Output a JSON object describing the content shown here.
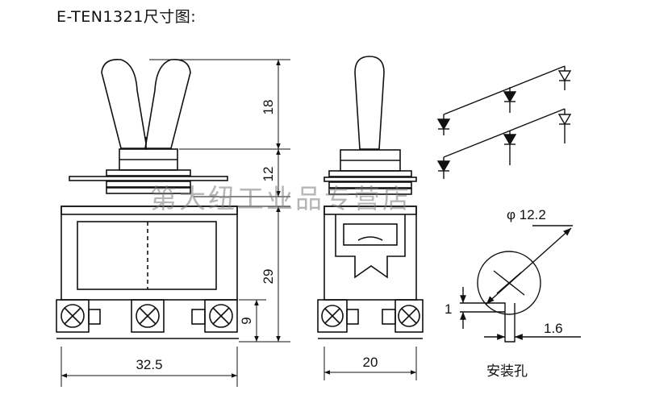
{
  "title": "E-TEN1321尺寸图:",
  "dimensions": {
    "toggle_height": "18",
    "bushing_height": "12",
    "body_height": "29",
    "terminal_height": "9",
    "front_width": "32.5",
    "side_width": "20",
    "hole_diameter": "φ 12.2",
    "key_height": "1",
    "key_width": "1.6"
  },
  "mounting_hole_label": "安装孔",
  "watermark": "第大纽工业品专营店",
  "colors": {
    "line": "#111111",
    "watermark": "#7a7a7a"
  }
}
